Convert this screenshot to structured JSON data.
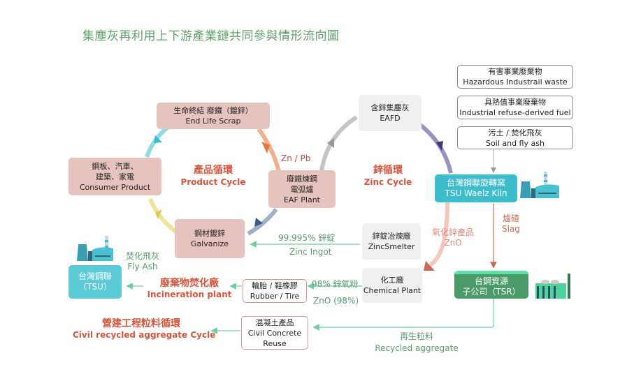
{
  "title": "集塵灰再利用上下游產業鏈共同參與情形流向圖",
  "colors": {
    "title_green": "#5f9d6a",
    "cycle_red": "#d4573f",
    "arrow_green": "#6ccf9c",
    "teal": "#3dbccb",
    "tsr_green": "#4a9a6a"
  },
  "product_cycle": {
    "label_zh": "產品循環",
    "label_en": "Product Cycle",
    "end_life_scrap": {
      "zh": "生命終結 廢鐵（鍍鋅）",
      "en": "End Life Scrap"
    },
    "consumer_product": {
      "zh1": "鋼板、汽車、",
      "zh2": "建築、家電",
      "en": "Consumer Product"
    },
    "galvanize": {
      "zh": "鋼材鍍鋅",
      "en": "Galvanize"
    },
    "eaf_plant": {
      "zh1": "廢鐵煉鋼",
      "zh2": "電弧爐",
      "en": "EAF Plant"
    }
  },
  "zinc_cycle": {
    "label_zh": "鋅循環",
    "label_en": "Zinc Cycle",
    "zn_pb": "Zn / Pb",
    "eafd": {
      "zh": "含鋅集塵灰",
      "en": "EAFD"
    },
    "kiln": {
      "zh": "台灣鋼聯旋轉窯",
      "en": "TSU Waelz Kiln"
    },
    "zno_product": {
      "zh": "氧化鋅產品",
      "en": "ZnO"
    }
  },
  "inputs": [
    {
      "zh": "有害事業廢棄物",
      "en": "Hazardous Industrail waste"
    },
    {
      "zh": "具熱值事業廢棄物",
      "en": "Industrial refuse-derived fuel"
    },
    {
      "zh": "污土 / 焚化飛灰",
      "en": "Soil and fly ash"
    }
  ],
  "slag": {
    "zh": "爐碴",
    "en": "Slag"
  },
  "zinc_smelter": {
    "zh": "鋅錠冶煉廠",
    "en": "ZincSmelter"
  },
  "zinc_ingot": {
    "zh": "99.995% 鋅錠",
    "en": "Zinc Ingot"
  },
  "chemical_plant": {
    "zh": "化工廠",
    "en": "Chemical Plant"
  },
  "zno_powder": {
    "zh": "98% 鋅氧粉",
    "en": "ZnO (98%)"
  },
  "rubber_tire": {
    "zh": "輪胎 / 鞋橡膠",
    "en": "Rubber / Tire"
  },
  "incineration": {
    "zh": "廢棄物焚化廠",
    "en": "Incineration plant"
  },
  "fly_ash": {
    "zh": "焚化飛灰",
    "en": "Fly Ash"
  },
  "tsu": {
    "zh": "台灣鋼聯",
    "en": "（TSU）"
  },
  "tsr": {
    "zh": "台鋼資源",
    "en": "子公司（TSR）"
  },
  "recycled_aggregate": {
    "zh": "再生粒料",
    "en": "Recycled aggregate"
  },
  "civil_concrete": {
    "zh": "混凝土產品",
    "en1": "Civil Concrete",
    "en2": "Reuse"
  },
  "civil_cycle": {
    "zh": "營建工程粒料循環",
    "en": "Civil recycled aggregate Cycle"
  }
}
